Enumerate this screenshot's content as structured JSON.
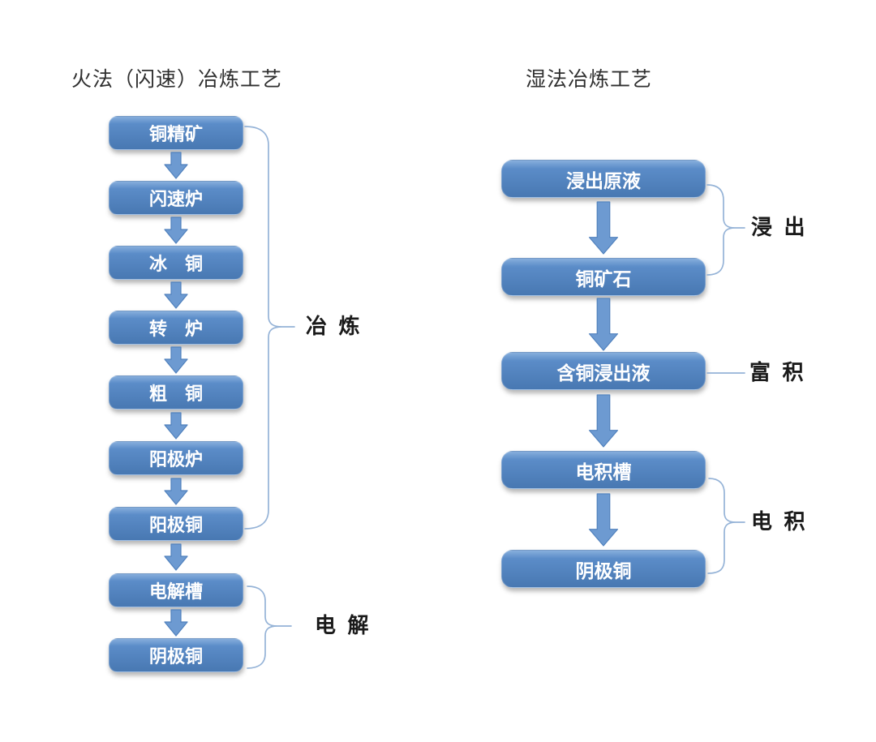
{
  "colors": {
    "box_top": "#86aedc",
    "box_mid": "#5b8cc8",
    "box_bottom": "#4878b2",
    "arrow_fill": "#6d9ad1",
    "arrow_stroke": "#5081bd",
    "bracket": "#95b3d7",
    "label_text": "#1a1a1a",
    "box_text": "#ffffff",
    "title_text": "#2f2f2f",
    "page_bg": "#ffffff"
  },
  "left_flow": {
    "title": "火法（闪速）冶炼工艺",
    "boxes": [
      {
        "label": "铜精矿"
      },
      {
        "label": "闪速炉"
      },
      {
        "label": "冰　铜"
      },
      {
        "label": "转　炉"
      },
      {
        "label": "粗　铜"
      },
      {
        "label": "阳极炉"
      },
      {
        "label": "阳极铜"
      },
      {
        "label": "电解槽"
      },
      {
        "label": "阴极铜"
      }
    ],
    "brackets": [
      {
        "label": "冶 炼",
        "from": "铜精矿",
        "to": "阳极铜"
      },
      {
        "label": "电 解",
        "from": "电解槽",
        "to": "阴极铜"
      }
    ]
  },
  "right_flow": {
    "title": "湿法冶炼工艺",
    "boxes": [
      {
        "label": "浸出原液"
      },
      {
        "label": "铜矿石"
      },
      {
        "label": "含铜浸出液"
      },
      {
        "label": "电积槽"
      },
      {
        "label": "阴极铜"
      }
    ],
    "annotations": [
      {
        "label": "浸 出",
        "type": "brace",
        "from": "浸出原液",
        "to": "铜矿石"
      },
      {
        "label": "富 积",
        "type": "line",
        "from": "含铜浸出液",
        "to": "含铜浸出液"
      },
      {
        "label": "电 积",
        "type": "brace",
        "from": "电积槽",
        "to": "阴极铜"
      }
    ]
  }
}
